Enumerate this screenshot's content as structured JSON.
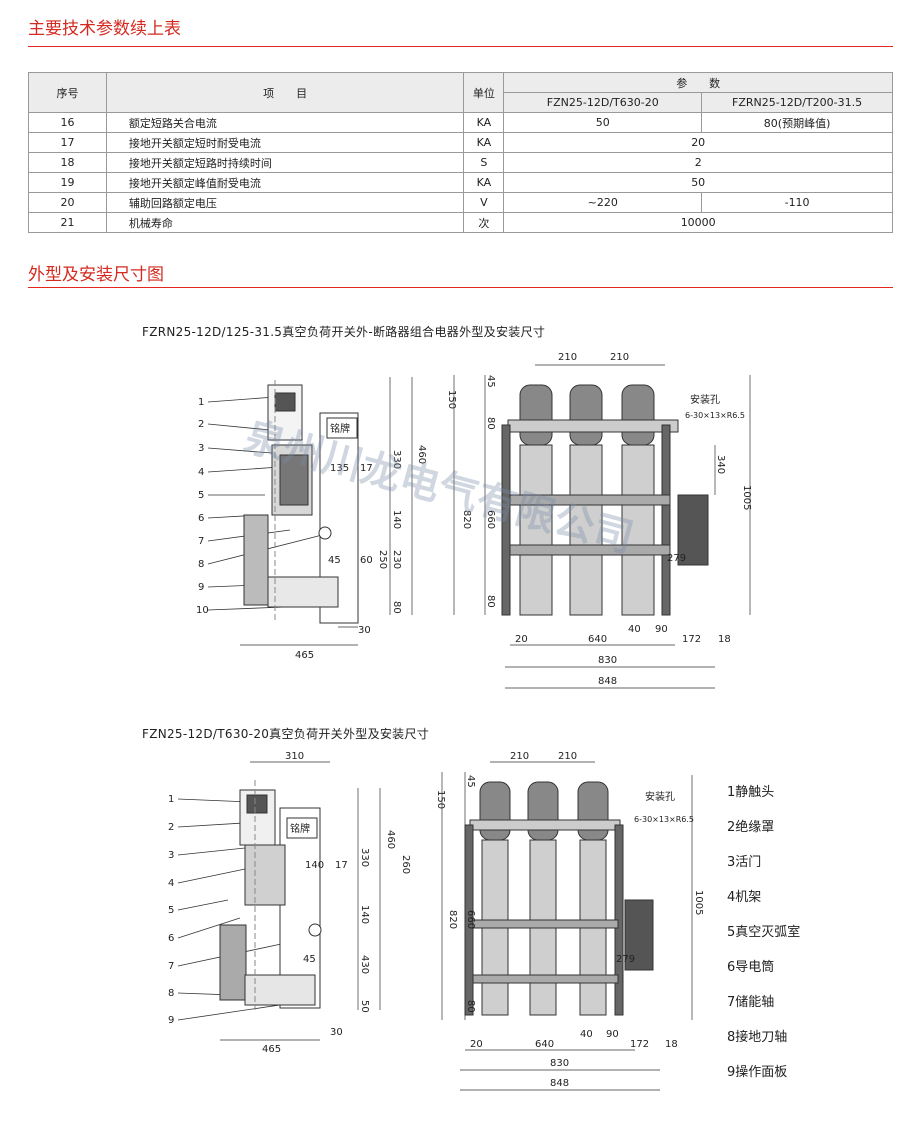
{
  "section1": {
    "title": "主要技术参数续上表"
  },
  "table": {
    "header": {
      "index": "序号",
      "item": "项　　目",
      "unit": "单位",
      "params": "参　　数",
      "model_a": "FZN25-12D/T630-20",
      "model_b": "FZRN25-12D/T200-31.5"
    },
    "rows": [
      {
        "index": "16",
        "item": "额定短路关合电流",
        "unit": "KA",
        "value_a": "50",
        "value_b": "80(预期峰值)"
      },
      {
        "index": "17",
        "item": "接地开关额定短时耐受电流",
        "unit": "KA",
        "value": "20"
      },
      {
        "index": "18",
        "item": "接地开关额定短路时持续时间",
        "unit": "S",
        "value": "2"
      },
      {
        "index": "19",
        "item": "接地开关额定峰值耐受电流",
        "unit": "KA",
        "value": "50"
      },
      {
        "index": "20",
        "item": "辅助回路额定电压",
        "unit": "V",
        "value_a": "~220",
        "value_b": "-110"
      },
      {
        "index": "21",
        "item": "机械寿命",
        "unit": "次",
        "value": "10000"
      }
    ]
  },
  "section2": {
    "title": "外型及安装尺寸图"
  },
  "drawing1": {
    "title": "FZRN25-12D/125-31.5真空负荷开关外-断路器组合电器外型及安装尺寸",
    "callouts": [
      "1",
      "2",
      "3",
      "4",
      "5",
      "6",
      "7",
      "8",
      "9",
      "10"
    ],
    "nameplate": "铭牌",
    "side_dims": {
      "d465": "465",
      "d30": "30",
      "d135": "135",
      "d17": "17",
      "d45": "45",
      "d60": "60",
      "d460": "460",
      "d330": "330",
      "d140": "140",
      "d230": "230",
      "d250": "250",
      "d80": "80"
    },
    "front_dims": {
      "d210a": "210",
      "d210b": "210",
      "d150": "150",
      "d45": "45",
      "d80a": "80",
      "d820": "820",
      "d660": "660",
      "d80b": "80",
      "d340": "340",
      "d1005": "1005",
      "d279": "279",
      "d20": "20",
      "d640": "640",
      "d40": "40",
      "d90": "90",
      "d172": "172",
      "d18": "18",
      "d830": "830",
      "d848": "848"
    },
    "hole_label": "安装孔",
    "hole_spec": "6-30×13×R6.5"
  },
  "drawing2": {
    "title": "FZN25-12D/T630-20真空负荷开关外型及安装尺寸",
    "callouts": [
      "1",
      "2",
      "3",
      "4",
      "5",
      "6",
      "7",
      "8",
      "9"
    ],
    "nameplate": "铭牌",
    "side_dims": {
      "d310": "310",
      "d465": "465",
      "d30": "30",
      "d140": "140",
      "d17": "17",
      "d45": "45",
      "d460": "460",
      "d330": "330",
      "d260": "260",
      "d140b": "140",
      "d430": "430",
      "d50": "50"
    },
    "front_dims": {
      "d210a": "210",
      "d210b": "210",
      "d150": "150",
      "d45": "45",
      "d820": "820",
      "d660": "660",
      "d80": "80",
      "d1005": "1005",
      "d279": "279",
      "d20": "20",
      "d640": "640",
      "d40": "40",
      "d90": "90",
      "d172": "172",
      "d18": "18",
      "d830": "830",
      "d848": "848"
    },
    "hole_label": "安装孔",
    "hole_spec": "6-30×13×R6.5"
  },
  "legend": [
    "1静触头",
    "2绝缘罩",
    "3活门",
    "4机架",
    "5真空灭弧室",
    "6导电筒",
    "7储能轴",
    "8接地刀轴",
    "9操作面板"
  ],
  "watermark": "泉州川龙电气有限公司"
}
